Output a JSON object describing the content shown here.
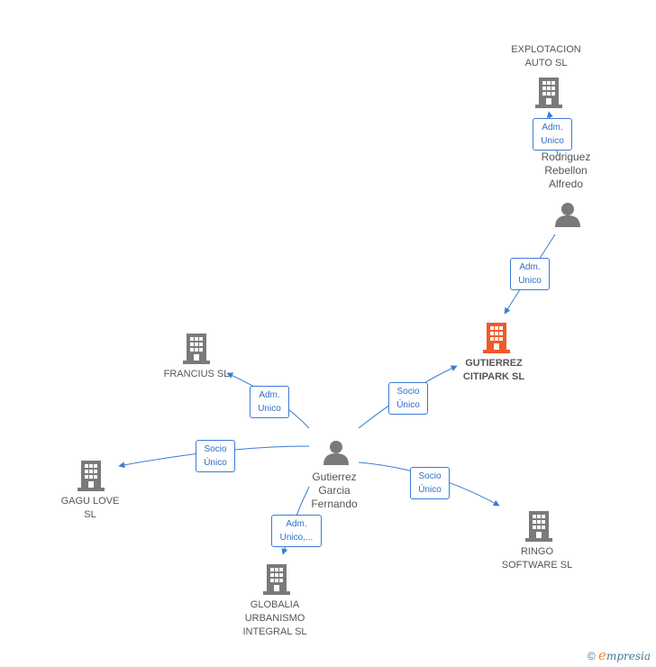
{
  "nodes": {
    "explotacion": {
      "label": "EXPLOTACION\nAUTO  SL",
      "type": "company"
    },
    "rodriguez": {
      "label": "Rodriguez\nRebellon\nAlfredo",
      "type": "person"
    },
    "gutierrez_citipark": {
      "label": "GUTIERREZ\nCITIPARK  SL",
      "type": "company-main"
    },
    "francius": {
      "label": "FRANCIUS SL",
      "type": "company"
    },
    "gutierrez_fernando": {
      "label": "Gutierrez\nGarcia\nFernando",
      "type": "person"
    },
    "gagu": {
      "label": "GAGU LOVE\nSL",
      "type": "company"
    },
    "ringo": {
      "label": "RINGO\nSOFTWARE  SL",
      "type": "company"
    },
    "globalia": {
      "label": "GLOBALIA\nURBANISMO\nINTEGRAL SL",
      "type": "company"
    }
  },
  "edges": {
    "rodriguez_explotacion": "Adm.\nUnico",
    "rodriguez_citipark": "Adm.\nUnico",
    "fernando_citipark": "Socio\nÚnico",
    "fernando_francius": "Adm.\nUnico",
    "fernando_gagu": "Socio\nÚnico",
    "fernando_ringo": "Socio\nÚnico",
    "fernando_globalia": "Adm.\nUnico,..."
  },
  "colors": {
    "company": "#7a7a7a",
    "company_main": "#f05a28",
    "person": "#7a7a7a",
    "edge": "#3a7bd5"
  },
  "footer": {
    "copyright": "©",
    "brand_e": "e",
    "brand_rest": "mpresia"
  }
}
